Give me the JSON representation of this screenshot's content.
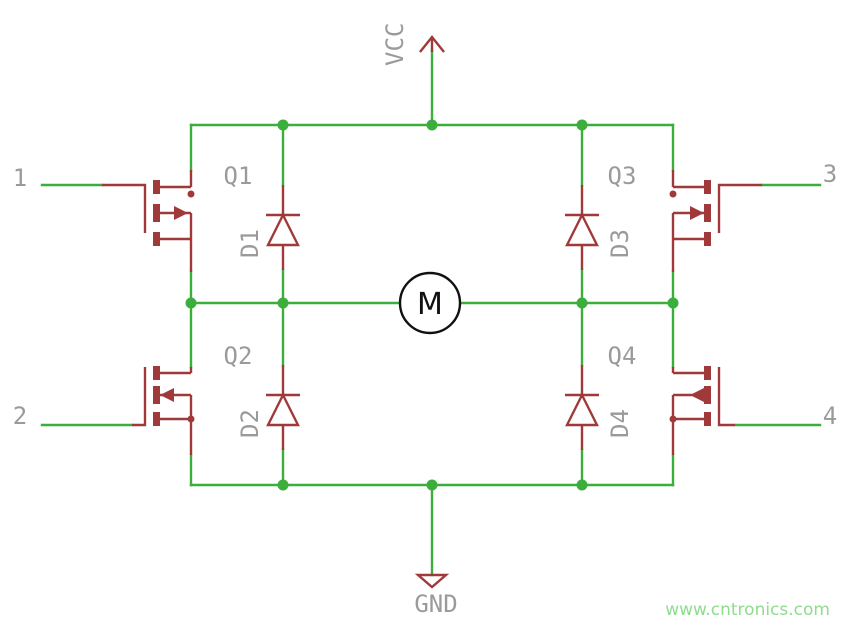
{
  "nets": {
    "vcc": "VCC",
    "gnd": "GND"
  },
  "inputs": {
    "in1": "1",
    "in2": "2",
    "in3": "3",
    "in4": "4"
  },
  "transistors": {
    "q1": "Q1",
    "q2": "Q2",
    "q3": "Q3",
    "q4": "Q4"
  },
  "diodes": {
    "d1": "D1",
    "d2": "D2",
    "d3": "D3",
    "d4": "D4"
  },
  "motor": {
    "label": "M"
  },
  "watermark": "www.cntronics.com",
  "colors": {
    "wire": "#3cae3c",
    "component": "#a03a3a",
    "label": "#9a9a9a",
    "watermark": "#8fdc8f"
  }
}
